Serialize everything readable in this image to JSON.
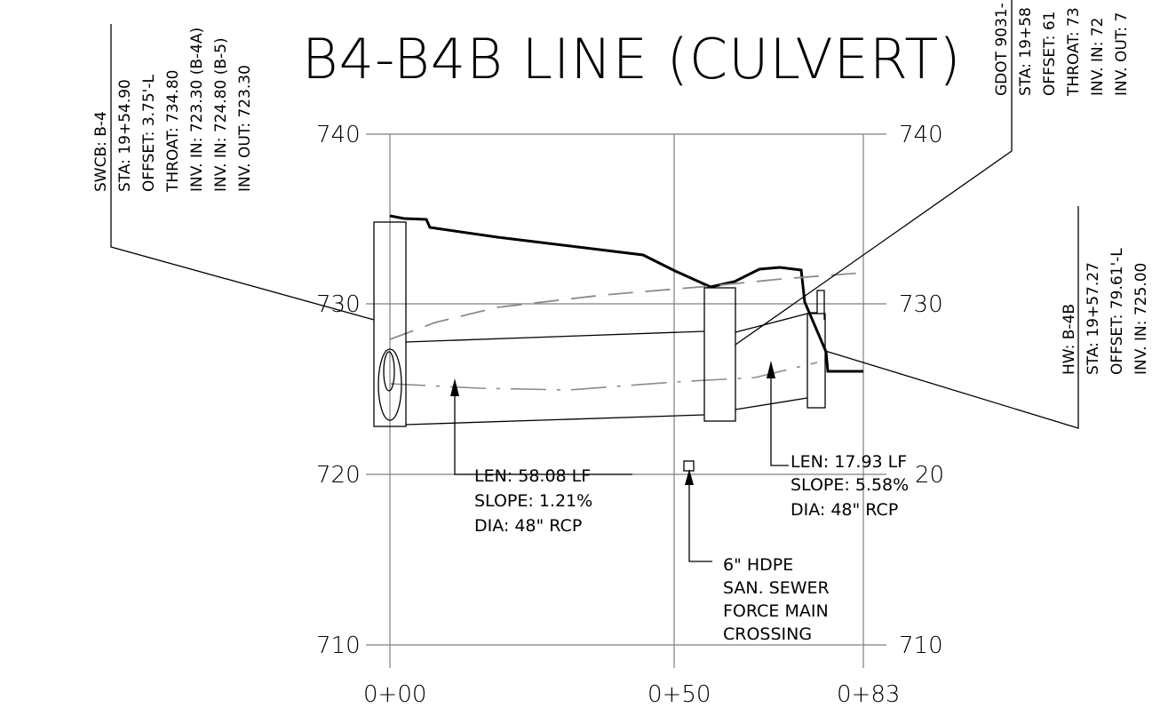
{
  "title": "B4-B4B LINE (CULVERT)",
  "axis": {
    "elevations": [
      "740",
      "730",
      "720",
      "710"
    ],
    "right_elevations": [
      "740",
      "730",
      "20",
      "710"
    ],
    "stations": [
      "0+00",
      "0+50",
      "0+83"
    ]
  },
  "structures": {
    "swcb_b4": {
      "lines": [
        "SWCB: B-4",
        "STA: 19+54.90",
        "OFFSET: 3.75'-L",
        "THROAT: 734.80",
        "INV. IN: 723.30 (B-4A)",
        "INV. IN: 724.80 (B-5)",
        "INV. OUT: 723.30"
      ]
    },
    "gdot_structure": {
      "lines": [
        "GDOT 9031-",
        "STA: 19+58",
        "OFFSET: 61",
        "THROAT: 73",
        "INV. IN: 72",
        "INV. OUT: 7"
      ]
    },
    "hw_b4b": {
      "lines": [
        "HW: B-4B",
        "STA: 19+57.27",
        "OFFSET: 79.61'-L",
        "INV. IN: 725.00"
      ]
    }
  },
  "pipes": {
    "pipe1": [
      "LEN: 58.08 LF",
      "SLOPE: 1.21%",
      "DIA: 48\" RCP"
    ],
    "pipe2": [
      "LEN: 17.93 LF",
      "SLOPE: 5.58%",
      "DIA: 48\" RCP"
    ]
  },
  "crossing": [
    "6\" HDPE",
    "SAN. SEWER",
    "FORCE MAIN",
    "CROSSING"
  ]
}
